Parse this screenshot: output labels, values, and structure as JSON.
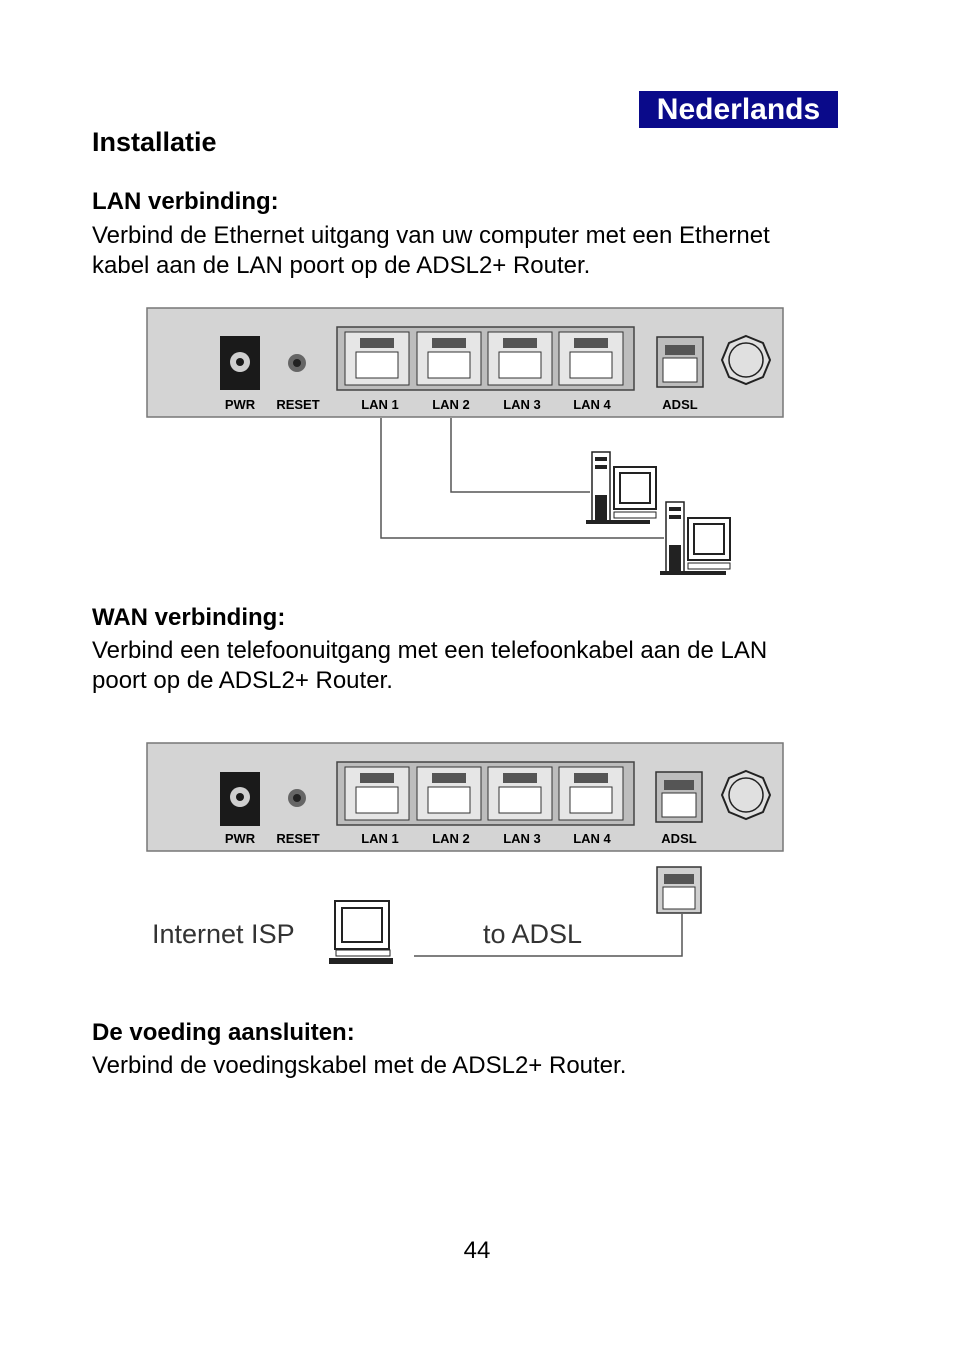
{
  "language_tag": "Nederlands",
  "title": "Installatie",
  "sections": {
    "lan": {
      "heading": "LAN verbinding:",
      "line1": "Verbind de Ethernet uitgang van uw computer met een Ethernet",
      "line2": "kabel aan de LAN poort op de ADSL2+ Router."
    },
    "wan": {
      "heading": "WAN verbinding:",
      "line1": "Verbind een telefoonuitgang met een telefoonkabel aan de LAN",
      "line2": "poort op de ADSL2+ Router."
    },
    "power": {
      "heading": "De voeding aansluiten:",
      "line1": "Verbind de voedingskabel met de ADSL2+ Router."
    }
  },
  "router_labels": {
    "pwr": "PWR",
    "reset": "RESET",
    "lan1": "LAN 1",
    "lan2": "LAN 2",
    "lan3": "LAN 3",
    "lan4": "LAN 4",
    "adsl": "ADSL"
  },
  "diagram2": {
    "isp_label": "Internet ISP",
    "adsl_label": "to ADSL"
  },
  "page_number": "44"
}
